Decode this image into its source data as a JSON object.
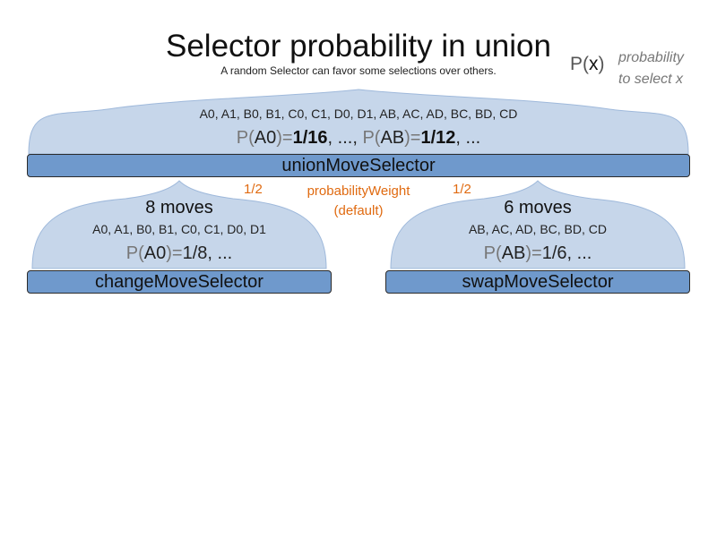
{
  "title": "Selector probability in union",
  "subtitle": "A random Selector can favor some selections over others.",
  "legend": {
    "p": "P",
    "open": "(",
    "x": "x",
    "close": ")",
    "desc_line1": "probability",
    "desc_line2": "to select x"
  },
  "union": {
    "label": "unionMoveSelector",
    "selections": "A0, A1, B0, B1, C0, C1, D0, D1, AB, AC, AD, BC, BD, CD",
    "p1": "P",
    "p1_open": "(",
    "p1_var": "A0",
    "p1_close_eq": ")=",
    "p1_val": "1/16",
    "mid": ", ..., ",
    "p2": "P",
    "p2_open": "(",
    "p2_var": "AB",
    "p2_close_eq": ")=",
    "p2_val": "1/12",
    "tail": ", ..."
  },
  "weights": {
    "left": "1/2",
    "right": "1/2",
    "label_line1": "probabilityWeight",
    "label_line2": "(default)"
  },
  "change": {
    "label": "changeMoveSelector",
    "count": "8 moves",
    "selections": "A0, A1, B0, B1, C0, C1, D0, D1",
    "p": "P",
    "open": "(",
    "var": "A0",
    "close_eq": ")=",
    "val": "1/8, ..."
  },
  "swap": {
    "label": "swapMoveSelector",
    "count": "6 moves",
    "selections": "AB, AC, AD, BC, BD, CD",
    "p": "P",
    "open": "(",
    "var": "AB",
    "close_eq": ")=",
    "val": "1/6, ..."
  },
  "colors": {
    "bar_fill": "#6f99cc",
    "arch_fill": "#c6d6ea",
    "arch_stroke": "#9fb9db",
    "weight_text": "#e06a10",
    "muted_text": "#777777"
  }
}
